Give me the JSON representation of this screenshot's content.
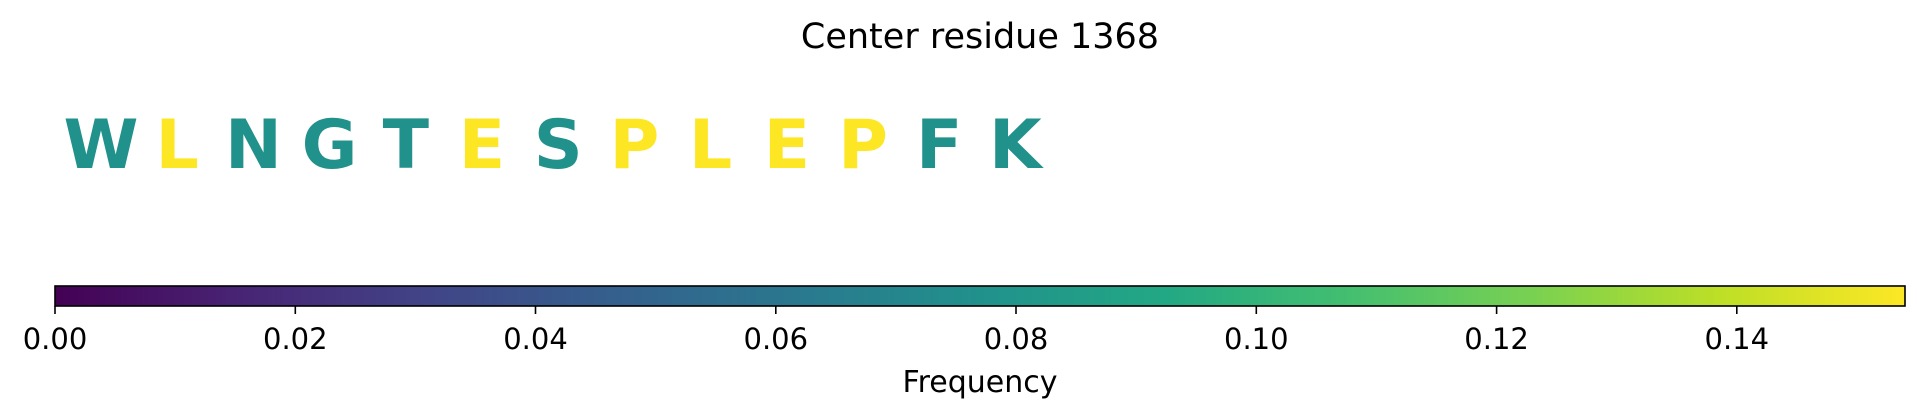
{
  "chart_data": {
    "type": "heatmap",
    "title": "Center residue 1368",
    "residues": [
      {
        "letter": "W",
        "frequency": 0.077
      },
      {
        "letter": "L",
        "frequency": 0.154
      },
      {
        "letter": "N",
        "frequency": 0.077
      },
      {
        "letter": "G",
        "frequency": 0.077
      },
      {
        "letter": "T",
        "frequency": 0.077
      },
      {
        "letter": "E",
        "frequency": 0.154
      },
      {
        "letter": "S",
        "frequency": 0.077
      },
      {
        "letter": "P",
        "frequency": 0.154
      },
      {
        "letter": "L",
        "frequency": 0.154
      },
      {
        "letter": "E",
        "frequency": 0.154
      },
      {
        "letter": "P",
        "frequency": 0.154
      },
      {
        "letter": "F",
        "frequency": 0.077
      },
      {
        "letter": "K",
        "frequency": 0.077
      }
    ],
    "colorbar": {
      "label": "Frequency",
      "colormap": "viridis",
      "range": [
        0.0,
        0.154
      ],
      "ticks": [
        0.0,
        0.02,
        0.04,
        0.06,
        0.08,
        0.1,
        0.12,
        0.14
      ],
      "tick_labels": [
        "0.00",
        "0.02",
        "0.04",
        "0.06",
        "0.08",
        "0.10",
        "0.12",
        "0.14"
      ]
    },
    "colors": {
      "low": "#440154",
      "mid": "#21918c",
      "high": "#fde725"
    }
  }
}
